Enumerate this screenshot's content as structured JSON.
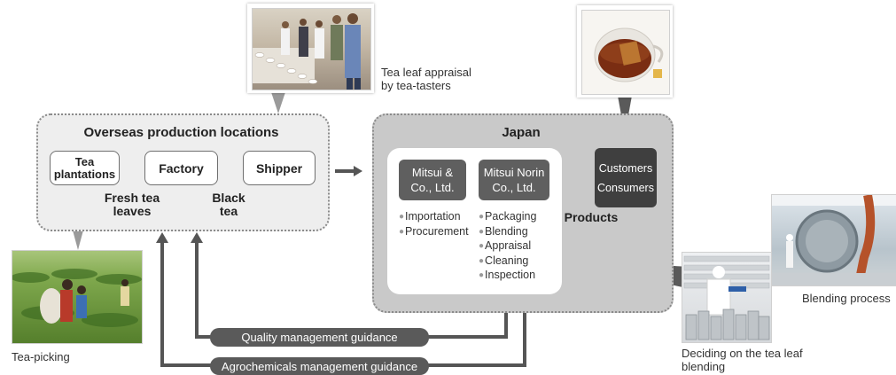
{
  "regions": {
    "overseas_title": "Overseas production locations",
    "japan_title": "Japan"
  },
  "boxes": {
    "plantations": "Tea\nplantations",
    "factory": "Factory",
    "shipper": "Shipper",
    "mitsui_co": "Mitsui &\nCo., Ltd.",
    "mitsui_norin": "Mitsui Norin\nCo., Ltd.",
    "customers": "Customers",
    "consumers": "Consumers"
  },
  "labels": {
    "fresh_tea_leaves": "Fresh tea\nleaves",
    "black_tea": "Black\ntea",
    "products": "Products"
  },
  "mitsui_co_roles": [
    "Importation",
    "Procurement"
  ],
  "mitsui_norin_roles": [
    "Packaging",
    "Blending",
    "Appraisal",
    "Cleaning",
    "Inspection"
  ],
  "guidance": {
    "quality": "Quality management guidance",
    "agrochemicals": "Agrochemicals management guidance"
  },
  "captions": {
    "appraisal": "Tea leaf appraisal\nby tea-tasters",
    "picking": "Tea-picking",
    "blending_process": "Blending process",
    "deciding": "Deciding on the tea leaf\nblending"
  },
  "colors": {
    "region_fill_overseas": "#eeeeee",
    "region_fill_japan": "#c9c9c9",
    "dark_box": "#5f5f5f",
    "arrow": "#555555"
  }
}
